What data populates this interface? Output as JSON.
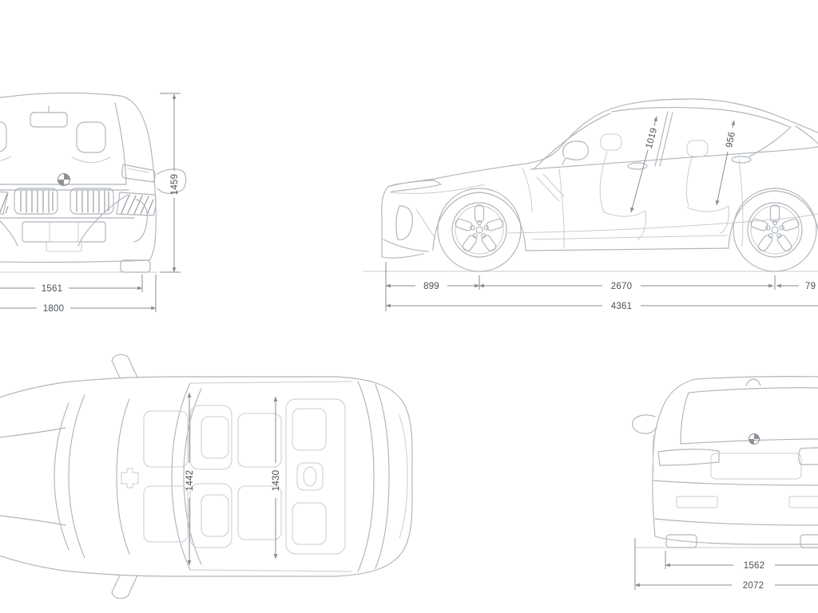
{
  "diagram": {
    "type": "car-dimensions-blueprint",
    "background": "#ffffff",
    "line_color": "#afb5bb",
    "interior_line_color": "#c7ccd1",
    "dimension_line_color": "#878d93",
    "dimension_text_color": "#4b5157"
  },
  "views": {
    "front": {
      "dims": {
        "height": "1459",
        "track": "1561",
        "width": "1800"
      }
    },
    "side": {
      "dims": {
        "front_overhang": "899",
        "wheelbase": "2670",
        "rear_overhang_partial": "79",
        "length": "4361",
        "front_headroom": "1019",
        "rear_headroom": "956"
      }
    },
    "top": {
      "dims": {
        "front_interior_width": "1442",
        "rear_interior_width": "1430"
      }
    },
    "rear": {
      "dims": {
        "track": "1562",
        "width_incl_mirrors": "2072"
      }
    }
  },
  "icons": {
    "front_badge": "bmw-roundel-icon",
    "rear_badge": "bmw-roundel-icon",
    "antenna": "shark-fin-antenna-icon"
  }
}
